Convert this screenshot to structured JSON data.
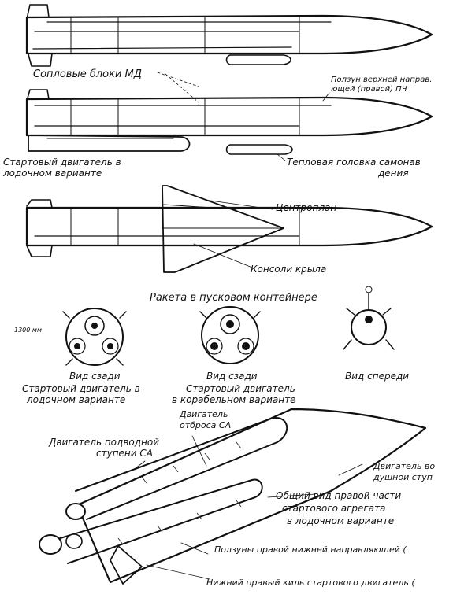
{
  "labels": {
    "soplovye": "Сопловые блоки МД",
    "polzun_top_1": "Ползун верхней направ.",
    "polzun_top_2": "ющей (правой) ПЧ",
    "startovy_1": "Стартовый двигатель в",
    "startovy_2": "лодочном варианте",
    "teplovaya_1": "Тепловая головка самонав",
    "teplovaya_2": "дения",
    "centroplan": "Центроплан",
    "konsoli": "Консоли крыла",
    "container_caption": "Ракета в пусковом контейнере",
    "scale": "1300 мм",
    "vid_szadi_1": "Вид сзади",
    "vid_szadi_1_sub1": "Стартовый двигатель в",
    "vid_szadi_1_sub2": "лодочном варианте",
    "vid_szadi_2": "Вид сзади",
    "vid_szadi_2_sub1": "Стартовый двигатель",
    "vid_szadi_2_sub2": "в корабельном варианте",
    "vid_speredi": "Вид спереди",
    "dvig_otbrosa_1": "Двигатель",
    "dvig_otbrosa_2": "отброса СА",
    "dvig_podvod_1": "Двигатель подводной",
    "dvig_podvod_2": "ступени СА",
    "dvig_vozd_1": "Двигатель во",
    "dvig_vozd_2": "душной ступ",
    "obshiy_1": "Общий вид правой части",
    "obshiy_2": "стартового агрегата",
    "obshiy_3": "в лодочном варианте",
    "polzuny_nizh": "Ползуны правой нижней направляющей (",
    "nizhniy_kil": "Нижний правый киль стартового двигатель ("
  }
}
